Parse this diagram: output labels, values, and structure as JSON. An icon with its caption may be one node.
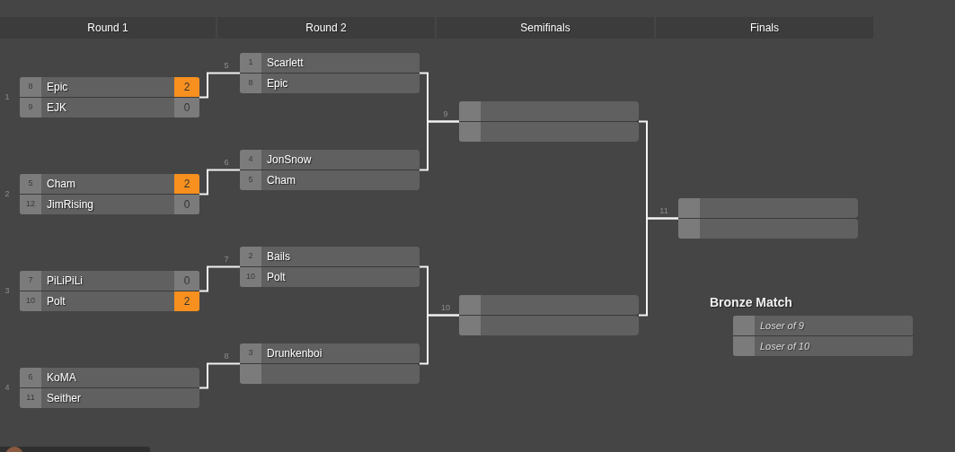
{
  "diagram": {
    "nodes": [
      {
        "text": [
          "Round 1"
        ]
      },
      {
        "text": [
          "Round 2"
        ]
      },
      {
        "text": [
          "Semifinals"
        ]
      },
      {
        "text": [
          "Finals"
        ]
      },
      {
        "text": [],
        "shape": "box",
        "beside": [
          "1"
        ]
      },
      {
        "text": [
          "8",
          "Epic",
          "2"
        ],
        "in": 4
      },
      {
        "text": [
          "9",
          "EJK",
          "0"
        ],
        "in": 4
      },
      {
        "text": [],
        "shape": "box",
        "beside": [
          "2"
        ]
      },
      {
        "text": [
          "5",
          "Cham",
          "2"
        ],
        "in": 7
      },
      {
        "text": [
          "12",
          "JimRising",
          "0"
        ],
        "in": 7
      },
      {
        "text": [],
        "shape": "box",
        "beside": [
          "3"
        ]
      },
      {
        "text": [
          "7",
          "PiLiPiLi",
          "0"
        ],
        "in": 10
      },
      {
        "text": [
          "10",
          "Polt",
          "2"
        ],
        "in": 10
      },
      {
        "text": [],
        "shape": "box",
        "beside": [
          "4"
        ]
      },
      {
        "text": [
          "6",
          "KoMA"
        ],
        "in": 13
      },
      {
        "text": [
          "11",
          "Seither"
        ],
        "in": 13
      },
      {
        "text": [],
        "shape": "box",
        "beside": [
          "5"
        ]
      },
      {
        "text": [
          "1",
          "Scarlett"
        ],
        "in": 16
      },
      {
        "text": [
          "8",
          "Epic"
        ],
        "in": 16
      },
      {
        "text": [],
        "shape": "box",
        "beside": [
          "6"
        ]
      },
      {
        "text": [
          "4",
          "JonSnow"
        ],
        "in": 19
      },
      {
        "text": [
          "5",
          "Cham"
        ],
        "in": 19
      },
      {
        "text": [],
        "shape": "box",
        "beside": [
          "7"
        ]
      },
      {
        "text": [
          "2",
          "Bails"
        ],
        "in": 22
      },
      {
        "text": [
          "10",
          "Polt"
        ],
        "in": 22
      },
      {
        "text": [],
        "shape": "box",
        "beside": [
          "8"
        ]
      },
      {
        "text": [
          "3",
          "Drunkenboi"
        ],
        "in": 25
      },
      {
        "text": [],
        "shape": "box",
        "in": 25
      },
      {
        "text": [],
        "shape": "box",
        "beside": [
          "9"
        ]
      },
      {
        "text": [],
        "shape": "box",
        "in": 28
      },
      {
        "text": [],
        "shape": "box",
        "in": 28
      },
      {
        "text": [],
        "shape": "box",
        "beside": [
          "10"
        ]
      },
      {
        "text": [],
        "shape": "box",
        "in": 31
      },
      {
        "text": [],
        "shape": "box",
        "in": 31
      },
      {
        "text": [],
        "shape": "box",
        "beside": [
          "11"
        ]
      },
      {
        "text": [],
        "shape": "box",
        "in": 34
      },
      {
        "text": [],
        "shape": "box",
        "in": 34
      },
      {
        "text": [],
        "shape": "box",
        "beside": [
          "Bronze Match"
        ]
      },
      {
        "text": [
          "Loser of 9"
        ],
        "in": 37
      },
      {
        "text": [
          "Loser of 10"
        ],
        "in": 37
      }
    ],
    "edges": [
      {
        "from": 4,
        "to": 16,
        "arrow": "none"
      },
      {
        "from": 7,
        "to": 19,
        "arrow": "none"
      },
      {
        "from": 10,
        "to": 22,
        "arrow": "none"
      },
      {
        "from": 13,
        "to": 25,
        "arrow": "none"
      },
      {
        "from": 16,
        "to": 28,
        "arrow": "none"
      },
      {
        "from": 19,
        "to": 28,
        "arrow": "none"
      },
      {
        "from": 22,
        "to": 31,
        "arrow": "none"
      },
      {
        "from": 25,
        "to": 31,
        "arrow": "none"
      },
      {
        "from": 28,
        "to": 34,
        "arrow": "none"
      },
      {
        "from": 31,
        "to": 34,
        "arrow": "none"
      }
    ]
  }
}
